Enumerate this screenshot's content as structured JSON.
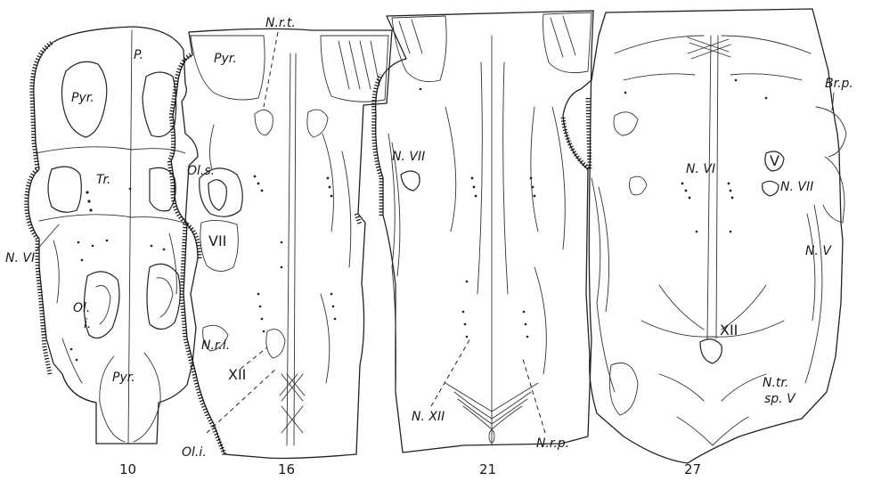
{
  "figure": {
    "sections": [
      {
        "number": "10",
        "labels": {
          "p": "P.",
          "pyr_top": "Pyr.",
          "tr": "Tr.",
          "n_vi": "N. VI",
          "ol_i": "Ol.",
          "ol_i2": "i.",
          "pyr_bottom": "Pyr."
        }
      },
      {
        "number": "16",
        "labels": {
          "n_r_t": "N.r.t.",
          "pyr": "Pyr.",
          "ol_s": "Ol.s.",
          "vii": "VII",
          "n_r_l": "N.r.l.",
          "xii": "XII",
          "ol_i": "Ol.i."
        }
      },
      {
        "number": "21",
        "labels": {
          "n_vii": "N. VII",
          "n_xii": "N. XII",
          "n_r_p": "N.r.p."
        }
      },
      {
        "number": "27",
        "labels": {
          "br_p": "Br.p.",
          "n_vi": "N. VI",
          "v": "V",
          "n_vii": "N. VII",
          "n_v": "N. V",
          "xii": "XII",
          "n_tr": "N.tr.",
          "sp_v": "sp. V"
        }
      }
    ]
  }
}
